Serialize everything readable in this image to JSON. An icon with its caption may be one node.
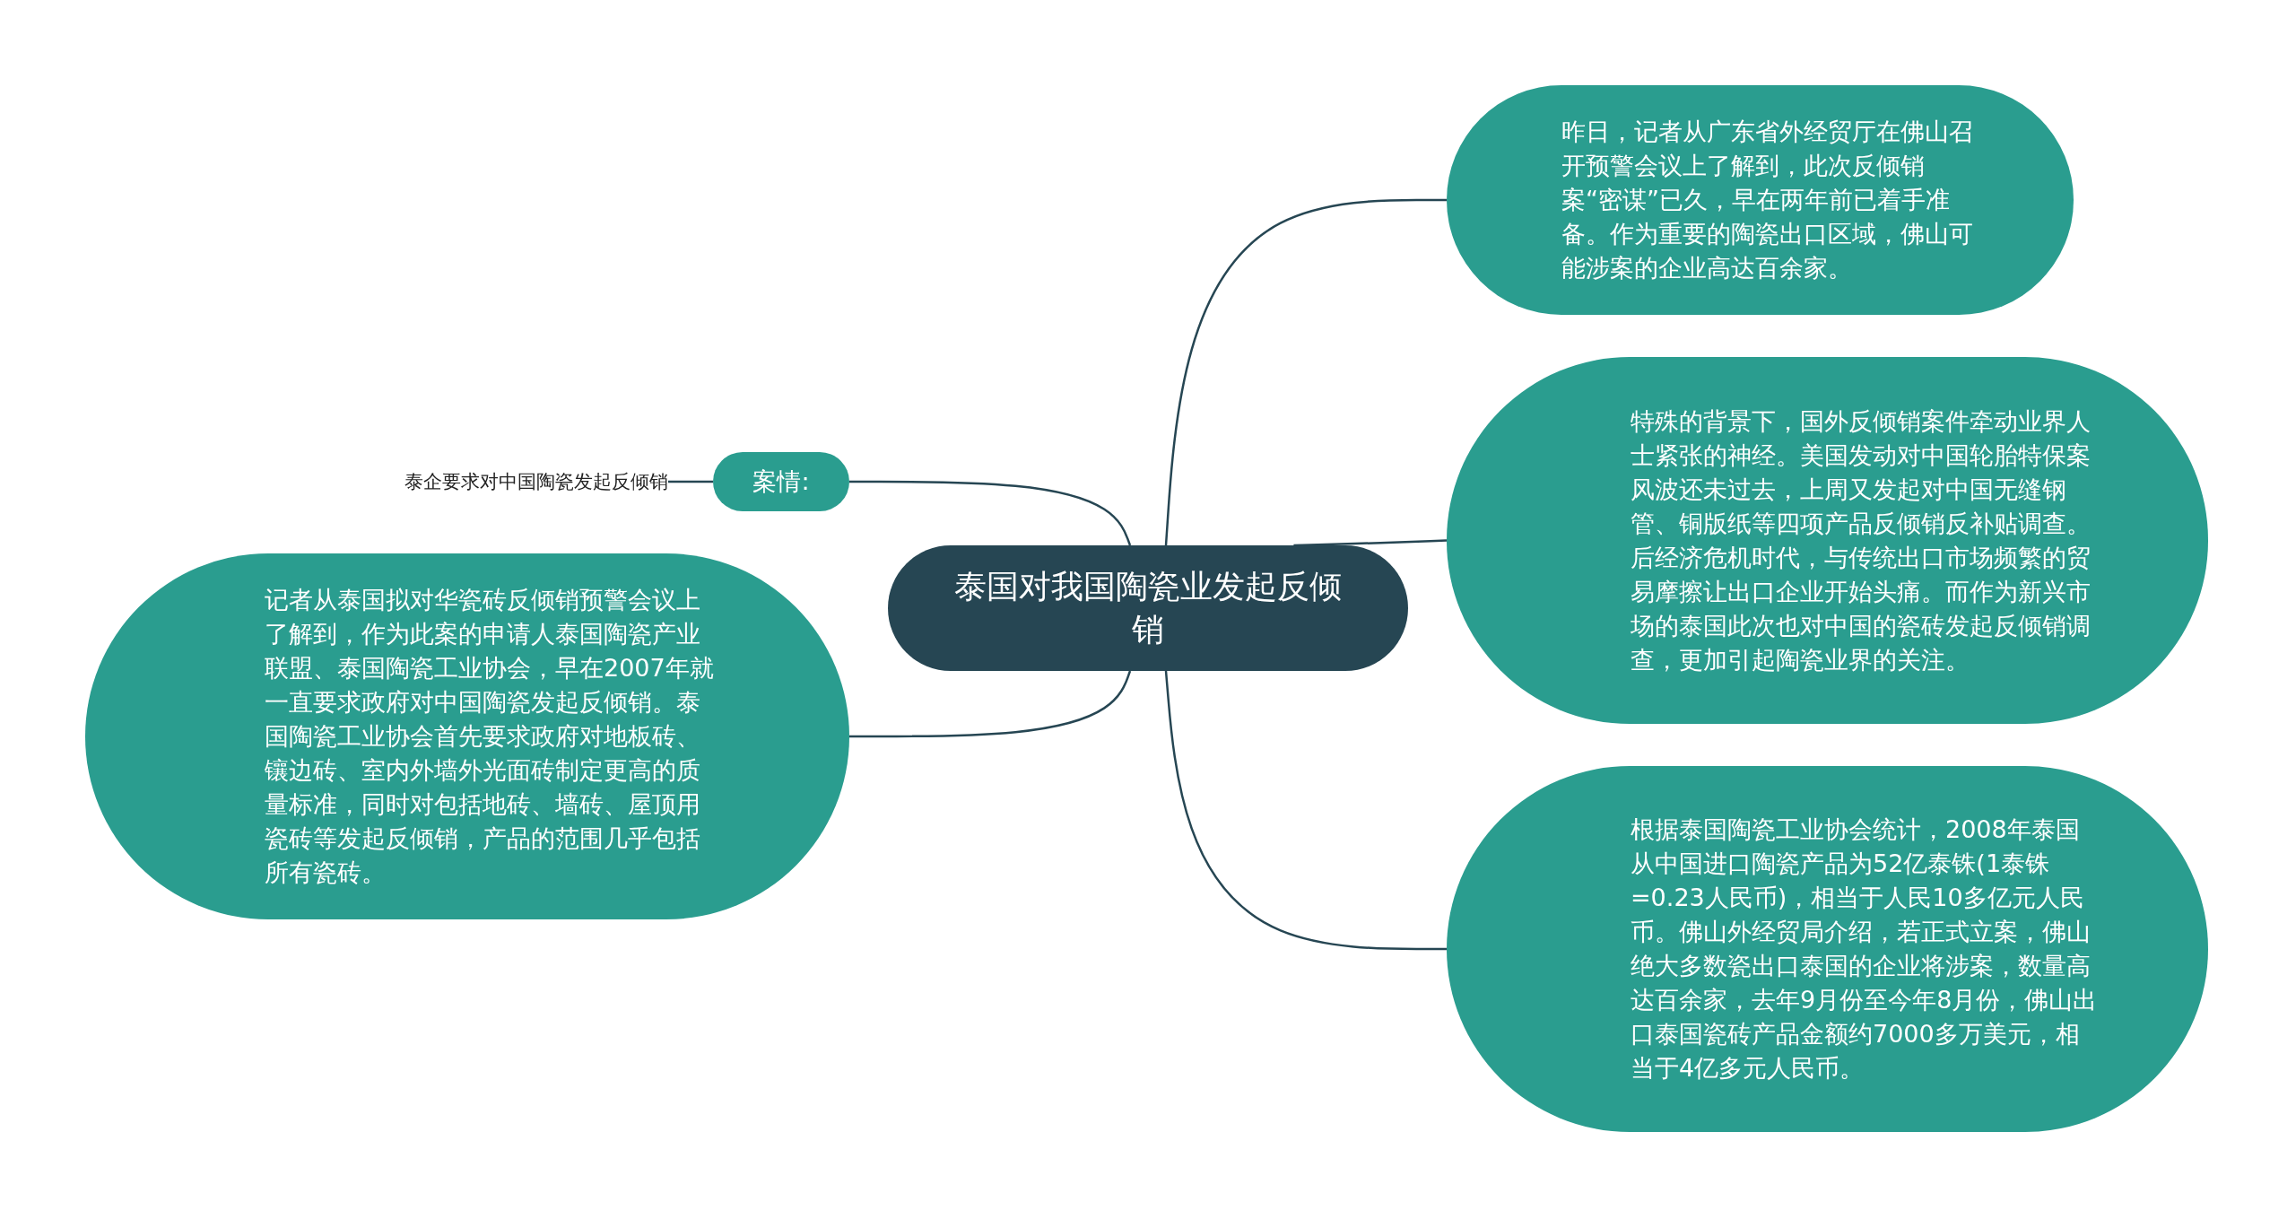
{
  "diagram": {
    "nodes": [
      {
        "text": [
          "泰国对我国陶瓷业发起反倾销"
        ]
      },
      {
        "text": [
          "案情:"
        ]
      },
      {
        "text": [
          "泰企要求对中国陶瓷发起反倾销"
        ]
      },
      {
        "text": [
          "记者从泰国拟对华瓷砖反倾销预警会议上了解到，作为此案的申请人泰国陶瓷产业联盟、泰国陶瓷工业协会，早在2007年就一直要求政府对中国陶瓷发起反倾销。泰国陶瓷工业协会首先要求政府对地板砖、镶边砖、室内外墙外光面砖制定更高的质量标准，同时对包括地砖、墙砖、屋顶用瓷砖等发起反倾销，产品的范围几乎包括所有瓷砖。"
        ]
      },
      {
        "text": [
          "昨日，记者从广东省外经贸厅在佛山召开预警会议上了解到，此次反倾销案“密谋”已久，早在两年前已着手准备。作为重要的陶瓷出口区域，佛山可能涉案的企业高达百余家。"
        ]
      },
      {
        "text": [
          "特殊的背景下，国外反倾销案件牵动业界人士紧张的神经。美国发动对中国轮胎特保案风波还未过去，上周又发起对中国无缝钢管、铜版纸等四项产品反倾销反补贴调查。后经济危机时代，与传统出口市场频繁的贸易摩擦让出口企业开始头痛。而作为新兴市场的泰国此次也对中国的瓷砖发起反倾销调查，更加引起陶瓷业界的关注。"
        ]
      },
      {
        "text": [
          "根据泰国陶瓷工业协会统计，2008年泰国从中国进口陶瓷产品为52亿泰铢(1泰铢=0.23人民币)，相当于人民10多亿元人民币。佛山外经贸局介绍，若正式立案，佛山绝大多数瓷出口泰国的企业将涉案，数量高达百余家，去年9月份至今年8月份，佛山出口泰国瓷砖产品金额约7000多万美元，相当于4亿多元人民币。"
        ]
      }
    ],
    "edges": [
      {
        "from": 0,
        "to": 1,
        "arrow": "none"
      },
      {
        "from": 1,
        "to": 2,
        "arrow": "none"
      },
      {
        "from": 0,
        "to": 3,
        "arrow": "none"
      },
      {
        "from": 0,
        "to": 4,
        "arrow": "none"
      },
      {
        "from": 0,
        "to": 5,
        "arrow": "none"
      },
      {
        "from": 0,
        "to": 6,
        "arrow": "none"
      }
    ]
  }
}
